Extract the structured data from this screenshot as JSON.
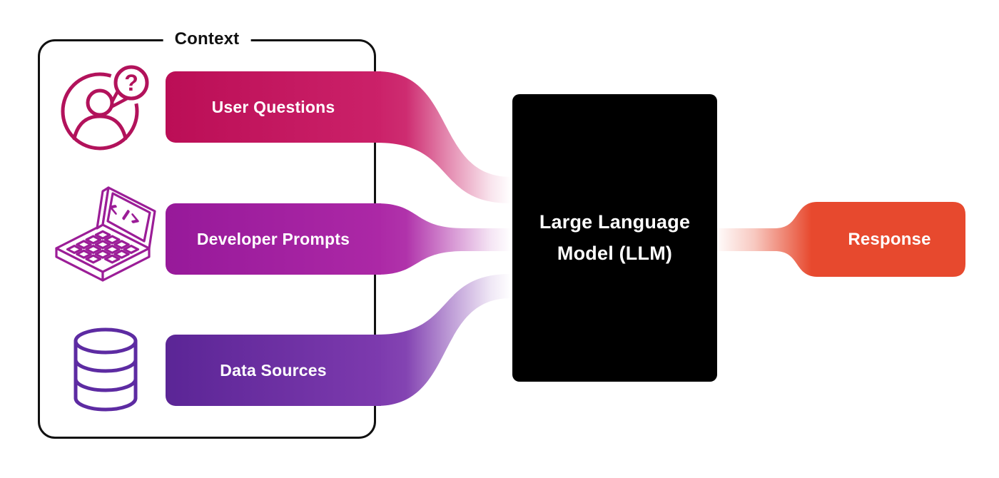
{
  "diagram": {
    "context_label": "Context",
    "inputs": [
      {
        "label": "User Questions",
        "color": "#c3145f",
        "icon": "user-question-icon"
      },
      {
        "label": "Developer Prompts",
        "color": "#a321a1",
        "icon": "laptop-code-icon"
      },
      {
        "label": "Data Sources",
        "color": "#6c2c9e",
        "icon": "database-icon"
      }
    ],
    "llm_box": {
      "label_line1": "Large Language",
      "label_line2": "Model (LLM)",
      "color": "#000000",
      "text_color": "#ffffff"
    },
    "output": {
      "label": "Response",
      "color": "#e7492e"
    },
    "icon_colors": {
      "person": "#b2125b",
      "laptop": "#9b1d97",
      "database": "#5d2ba2"
    }
  }
}
